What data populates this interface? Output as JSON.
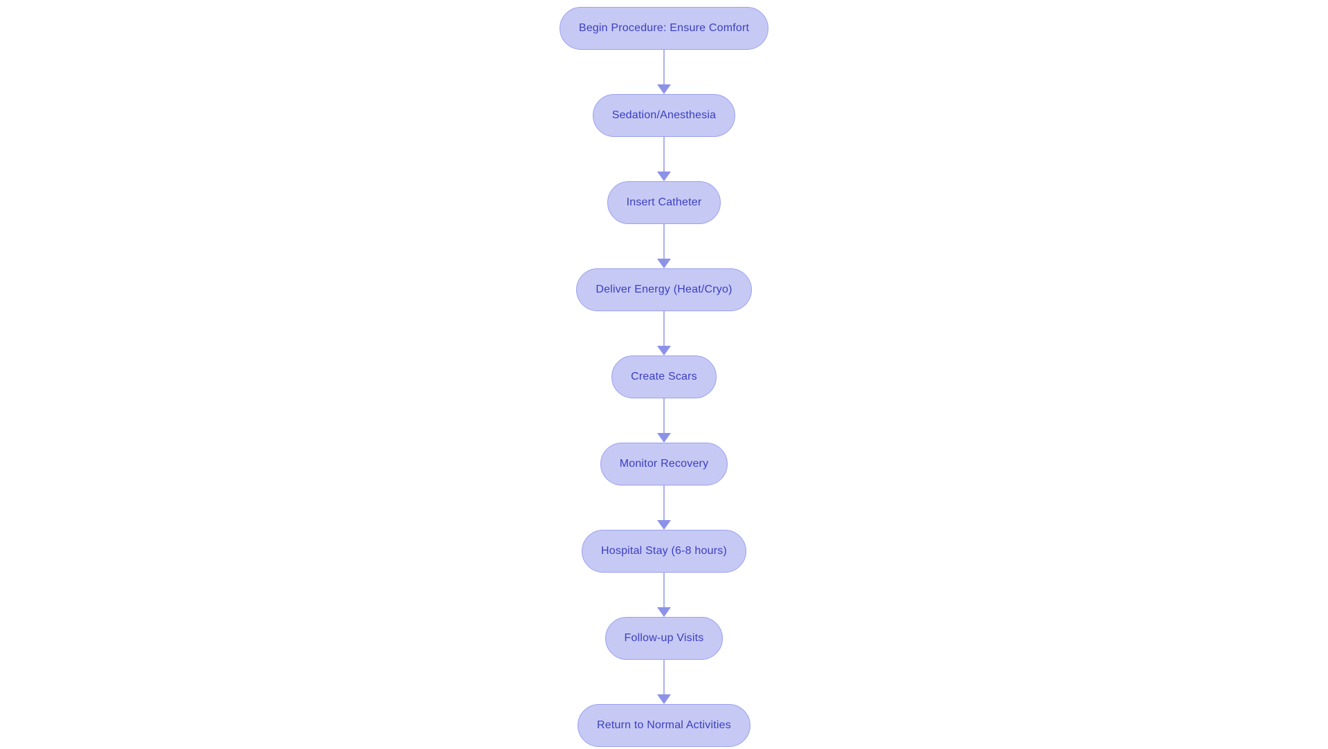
{
  "diagram": {
    "type": "flowchart",
    "direction": "top-down",
    "nodes": [
      {
        "id": "step-1",
        "label": "Begin Procedure: Ensure Comfort"
      },
      {
        "id": "step-2",
        "label": "Sedation/Anesthesia"
      },
      {
        "id": "step-3",
        "label": "Insert Catheter"
      },
      {
        "id": "step-4",
        "label": "Deliver Energy (Heat/Cryo)"
      },
      {
        "id": "step-5",
        "label": "Create Scars"
      },
      {
        "id": "step-6",
        "label": "Monitor Recovery"
      },
      {
        "id": "step-7",
        "label": "Hospital Stay (6-8 hours)"
      },
      {
        "id": "step-8",
        "label": "Follow-up Visits"
      },
      {
        "id": "step-9",
        "label": "Return to Normal Activities"
      }
    ],
    "edges": [
      {
        "from": "step-1",
        "to": "step-2"
      },
      {
        "from": "step-2",
        "to": "step-3"
      },
      {
        "from": "step-3",
        "to": "step-4"
      },
      {
        "from": "step-4",
        "to": "step-5"
      },
      {
        "from": "step-5",
        "to": "step-6"
      },
      {
        "from": "step-6",
        "to": "step-7"
      },
      {
        "from": "step-7",
        "to": "step-8"
      },
      {
        "from": "step-8",
        "to": "step-9"
      }
    ],
    "colors": {
      "background": "#ffffff",
      "node_fill": "#c6c9f4",
      "node_border": "#9aa0ee",
      "node_text": "#3b3ec0",
      "connector_line": "#aab0f2",
      "arrowhead": "#8c92e8"
    }
  }
}
